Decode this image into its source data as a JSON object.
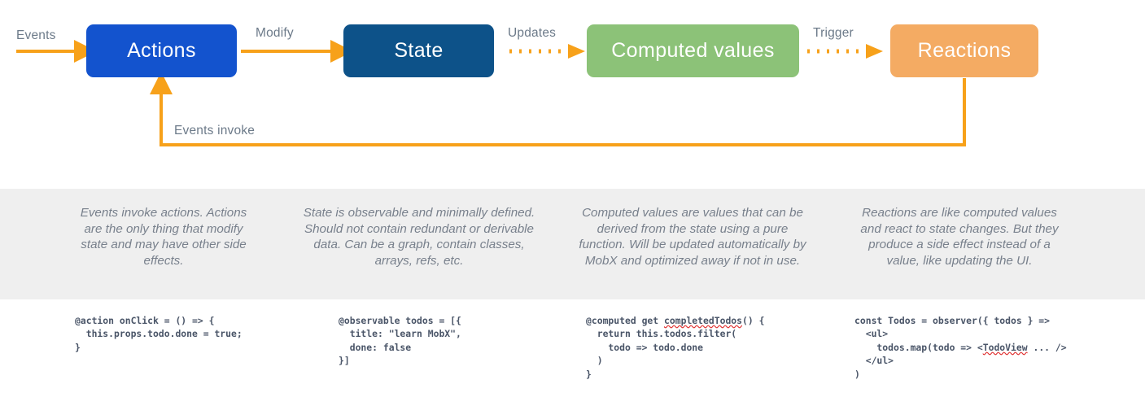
{
  "diagram": {
    "title": "MobX core concepts data flow",
    "colors": {
      "actions": "#1353ce",
      "state": "#0d5289",
      "computed": "#8cc278",
      "reactions": "#f4ab63",
      "arrow": "#f7a11a",
      "label_text": "#6c7a89",
      "band_background": "#efefef",
      "description_text": "#78808c",
      "code_text": "#4a5568",
      "spellcheck_underline": "#e03131"
    },
    "nodes": [
      {
        "id": "actions",
        "label": "Actions"
      },
      {
        "id": "state",
        "label": "State"
      },
      {
        "id": "computed",
        "label": "Computed values"
      },
      {
        "id": "reactions",
        "label": "Reactions"
      }
    ],
    "edges": [
      {
        "id": "events",
        "label": "Events",
        "style": "solid",
        "from": "",
        "to": "actions"
      },
      {
        "id": "modify",
        "label": "Modify",
        "style": "solid",
        "from": "actions",
        "to": "state"
      },
      {
        "id": "updates",
        "label": "Updates",
        "style": "dotted",
        "from": "state",
        "to": "computed"
      },
      {
        "id": "trigger",
        "label": "Trigger",
        "style": "dotted",
        "from": "computed",
        "to": "reactions"
      },
      {
        "id": "events-invoke",
        "label": "Events invoke",
        "style": "solid",
        "from": "reactions",
        "to": "actions"
      }
    ]
  },
  "descriptions": [
    {
      "id": "actions-desc",
      "text": "Events invoke actions. Actions are the only thing that modify state and may have other side effects."
    },
    {
      "id": "state-desc",
      "text": "State is observable and minimally defined. Should not contain redundant or derivable data. Can be a graph, contain classes, arrays, refs, etc."
    },
    {
      "id": "computed-desc",
      "text": "Computed values are values that can be derived from the state using a pure function. Will be updated automatically by MobX and optimized away if not in use."
    },
    {
      "id": "reactions-desc",
      "text": "Reactions are like computed values and react to state changes. But they produce a side effect instead of a value, like updating the UI."
    }
  ],
  "code_samples": [
    {
      "id": "actions-code",
      "lines": [
        [
          {
            "t": "@action onClick = () => {"
          }
        ],
        [
          {
            "t": "  this.props.todo.done = true;"
          }
        ],
        [
          {
            "t": "}"
          }
        ]
      ]
    },
    {
      "id": "state-code",
      "lines": [
        [
          {
            "t": "@observable todos = [{"
          }
        ],
        [
          {
            "t": "  title: \"learn MobX\","
          }
        ],
        [
          {
            "t": "  done: false"
          }
        ],
        [
          {
            "t": "}]"
          }
        ]
      ]
    },
    {
      "id": "computed-code",
      "lines": [
        [
          {
            "t": "@computed get "
          },
          {
            "t": "completedTodos",
            "spell": true
          },
          {
            "t": "() {"
          }
        ],
        [
          {
            "t": "  return this.todos.filter("
          }
        ],
        [
          {
            "t": "    todo => todo.done"
          }
        ],
        [
          {
            "t": "  )"
          }
        ],
        [
          {
            "t": "}"
          }
        ]
      ]
    },
    {
      "id": "reactions-code",
      "lines": [
        [
          {
            "t": "const Todos = observer({ todos } =>"
          }
        ],
        [
          {
            "t": "  <ul>"
          }
        ],
        [
          {
            "t": "    todos.map(todo => <"
          },
          {
            "t": "TodoView",
            "spell": true
          },
          {
            "t": " ... />"
          }
        ],
        [
          {
            "t": "  </ul>"
          }
        ],
        [
          {
            "t": ")"
          }
        ]
      ]
    }
  ]
}
